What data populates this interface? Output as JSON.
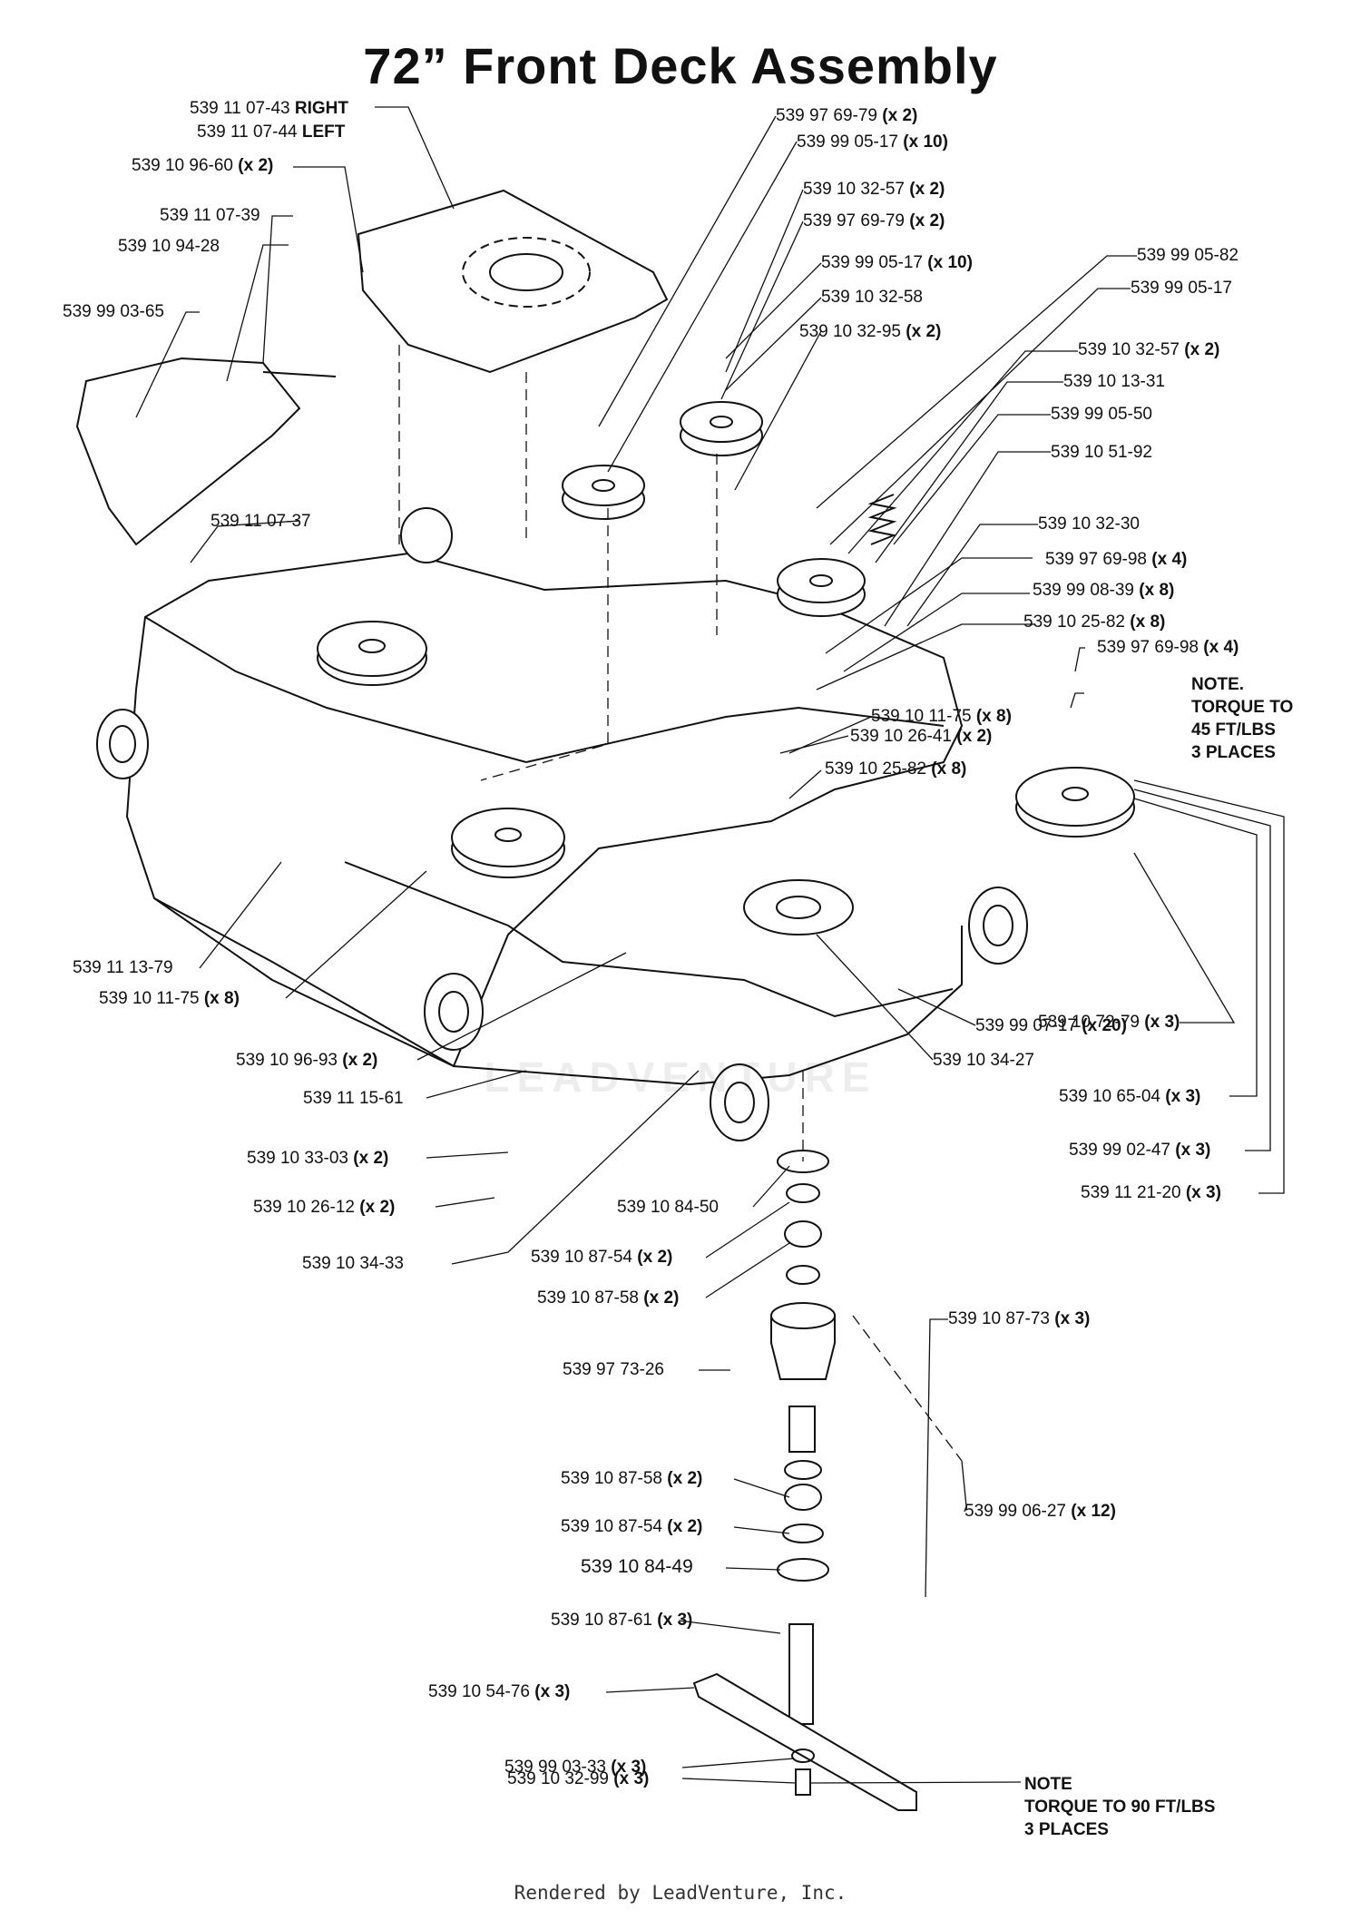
{
  "title": "72” Front Deck Assembly",
  "footer": "Rendered by LeadVenture, Inc.",
  "watermark": "LEADVENTURE",
  "labels": {
    "l1": {
      "part": "539 11 07-43",
      "qty": " RIGHT"
    },
    "l2": {
      "part": "539 11 07-44",
      "qty": " LEFT"
    },
    "l3": {
      "part": "539 10 96-60",
      "qty": " (x 2)"
    },
    "l4": {
      "part": "539 11 07-39",
      "qty": ""
    },
    "l5": {
      "part": "539 10 94-28",
      "qty": ""
    },
    "l6": {
      "part": "539 99 03-65",
      "qty": ""
    },
    "l7": {
      "part": "539 11 07-37",
      "qty": ""
    },
    "l8": {
      "part": "539 97 69-79",
      "qty": " (x 2)"
    },
    "l9": {
      "part": "539 99 05-17",
      "qty": " (x 10)"
    },
    "l10": {
      "part": "539 10 32-57",
      "qty": " (x 2)"
    },
    "l11": {
      "part": "539 97 69-79",
      "qty": " (x 2)"
    },
    "l12": {
      "part": "539 99 05-17",
      "qty": " (x 10)"
    },
    "l13": {
      "part": "539 10 32-58",
      "qty": ""
    },
    "l14": {
      "part": "539 10 32-95",
      "qty": " (x 2)"
    },
    "l15": {
      "part": "539 99 05-82",
      "qty": ""
    },
    "l16": {
      "part": "539 99 05-17",
      "qty": ""
    },
    "l17": {
      "part": "539 10 32-57",
      "qty": " (x 2)"
    },
    "l18": {
      "part": "539 10 13-31",
      "qty": ""
    },
    "l19": {
      "part": "539 99 05-50",
      "qty": ""
    },
    "l20": {
      "part": "539 10 51-92",
      "qty": ""
    },
    "l21": {
      "part": "539 10 32-30",
      "qty": ""
    },
    "l22": {
      "part": "539 97 69-98",
      "qty": " (x 4)"
    },
    "l23": {
      "part": "539 99 08-39",
      "qty": " (x 8)"
    },
    "l24": {
      "part": "539 10 25-82",
      "qty": " (x 8)"
    },
    "l25": {
      "part": "539 97 69-98",
      "qty": " (x 4)"
    },
    "l26": {
      "part": "539 10 11-75",
      "qty": " (x 8)"
    },
    "l27": {
      "part": "539 10 26-41",
      "qty": " (x 2)"
    },
    "l28": {
      "part": "539 10 25-82",
      "qty": " (x 8)"
    },
    "l29": {
      "part": "539 11 13-79",
      "qty": ""
    },
    "l30": {
      "part": "539 10 11-75",
      "qty": " (x 8)"
    },
    "l31": {
      "part": "539 10 72-79",
      "qty": " (x 3)"
    },
    "l32": {
      "part": "539 99 07-17",
      "qty": " (x 20)"
    },
    "l33": {
      "part": "539 10 96-93",
      "qty": " (x 2)"
    },
    "l34": {
      "part": "539 10 34-27",
      "qty": ""
    },
    "l35": {
      "part": "539 11 15-61",
      "qty": ""
    },
    "l36": {
      "part": "539 10 65-04",
      "qty": " (x 3)"
    },
    "l37": {
      "part": "539 10 33-03",
      "qty": " (x 2)"
    },
    "l38": {
      "part": "539 99 02-47",
      "qty": " (x 3)"
    },
    "l39": {
      "part": "539 11 21-20",
      "qty": " (x 3)"
    },
    "l40": {
      "part": "539 10 26-12",
      "qty": " (x 2)"
    },
    "l41": {
      "part": "539 10 84-50",
      "qty": ""
    },
    "l42": {
      "part": "539 10 87-54",
      "qty": " (x 2)"
    },
    "l43": {
      "part": "539 10 34-33",
      "qty": ""
    },
    "l44": {
      "part": "539 10 87-58",
      "qty": " (x 2)"
    },
    "l45": {
      "part": "539 10 87-73",
      "qty": " (x 3)"
    },
    "l46": {
      "part": "539 97 73-26",
      "qty": ""
    },
    "l47": {
      "part": "539 99 06-27",
      "qty": " (x 12)"
    },
    "l48": {
      "part": "539 10 87-58",
      "qty": " (x 2)"
    },
    "l49": {
      "part": "539 10 87-54",
      "qty": " (x 2)"
    },
    "l50": {
      "part": "539 10 84-49",
      "qty": ""
    },
    "l51": {
      "part": "539 10 87-61",
      "qty": " (x 3)"
    },
    "l52": {
      "part": "539 10 54-76",
      "qty": " (x 3)"
    },
    "l53": {
      "part": "539 99 03-33",
      "qty": " (x 3)"
    },
    "l54": {
      "part": "539 10 32-99",
      "qty": " (x 3)"
    }
  },
  "notes": {
    "n1": [
      "NOTE.",
      "TORQUE TO",
      "45 FT/LBS",
      "3 PLACES"
    ],
    "n2": [
      "NOTE",
      "TORQUE TO 90 FT/LBS",
      "3 PLACES"
    ]
  }
}
